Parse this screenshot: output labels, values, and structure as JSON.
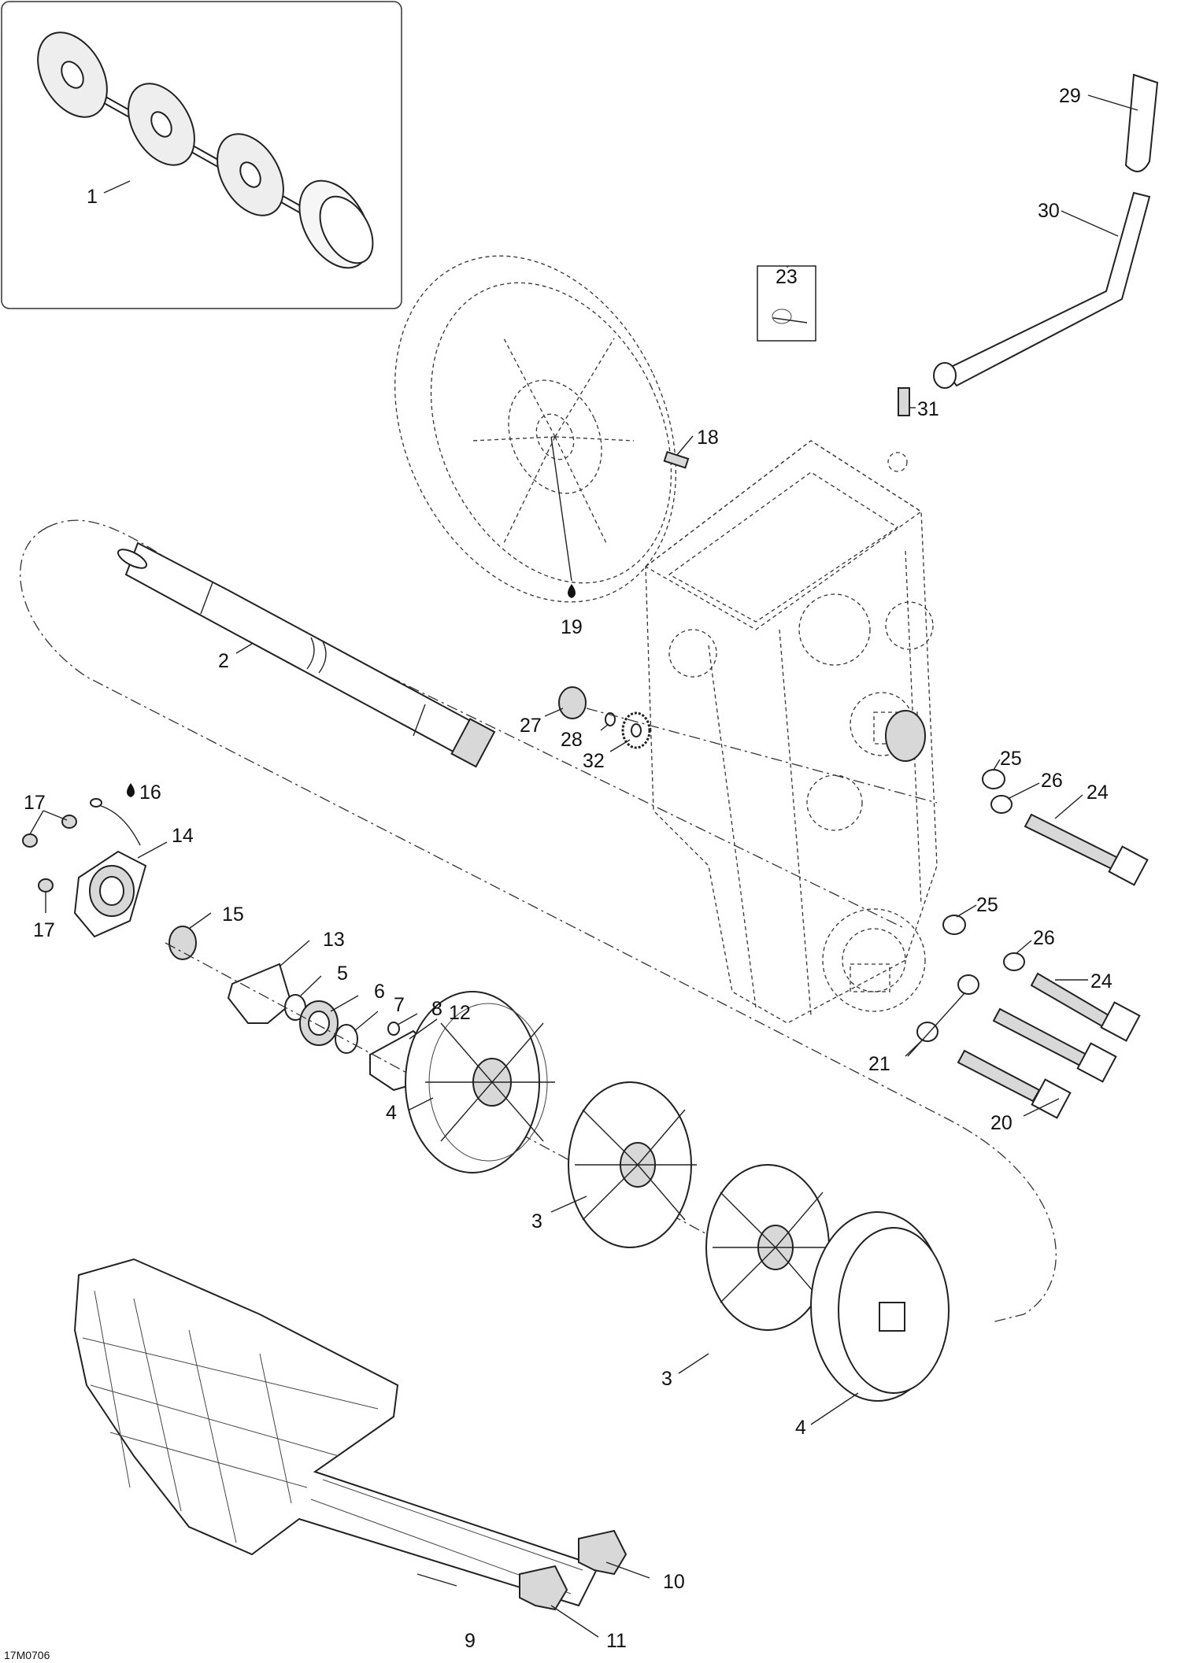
{
  "callouts": {
    "c1": "1",
    "c2": "2",
    "c3a": "3",
    "c3b": "3",
    "c4a": "4",
    "c4b": "4",
    "c5": "5",
    "c6": "6",
    "c7": "7",
    "c8": "8",
    "c9": "9",
    "c10": "10",
    "c11": "11",
    "c12": "12",
    "c13": "13",
    "c14": "14",
    "c15": "15",
    "c16": "16",
    "c17a": "17",
    "c17b": "17",
    "c18": "18",
    "c19": "19",
    "c20": "20",
    "c21": "21",
    "c23": "23",
    "c24a": "24",
    "c24b": "24",
    "c25a": "25",
    "c25b": "25",
    "c26a": "26",
    "c26b": "26",
    "c27": "27",
    "c28": "28",
    "c29": "29",
    "c30": "30",
    "c31": "31",
    "c32": "32"
  },
  "reference_code": "17M0706"
}
